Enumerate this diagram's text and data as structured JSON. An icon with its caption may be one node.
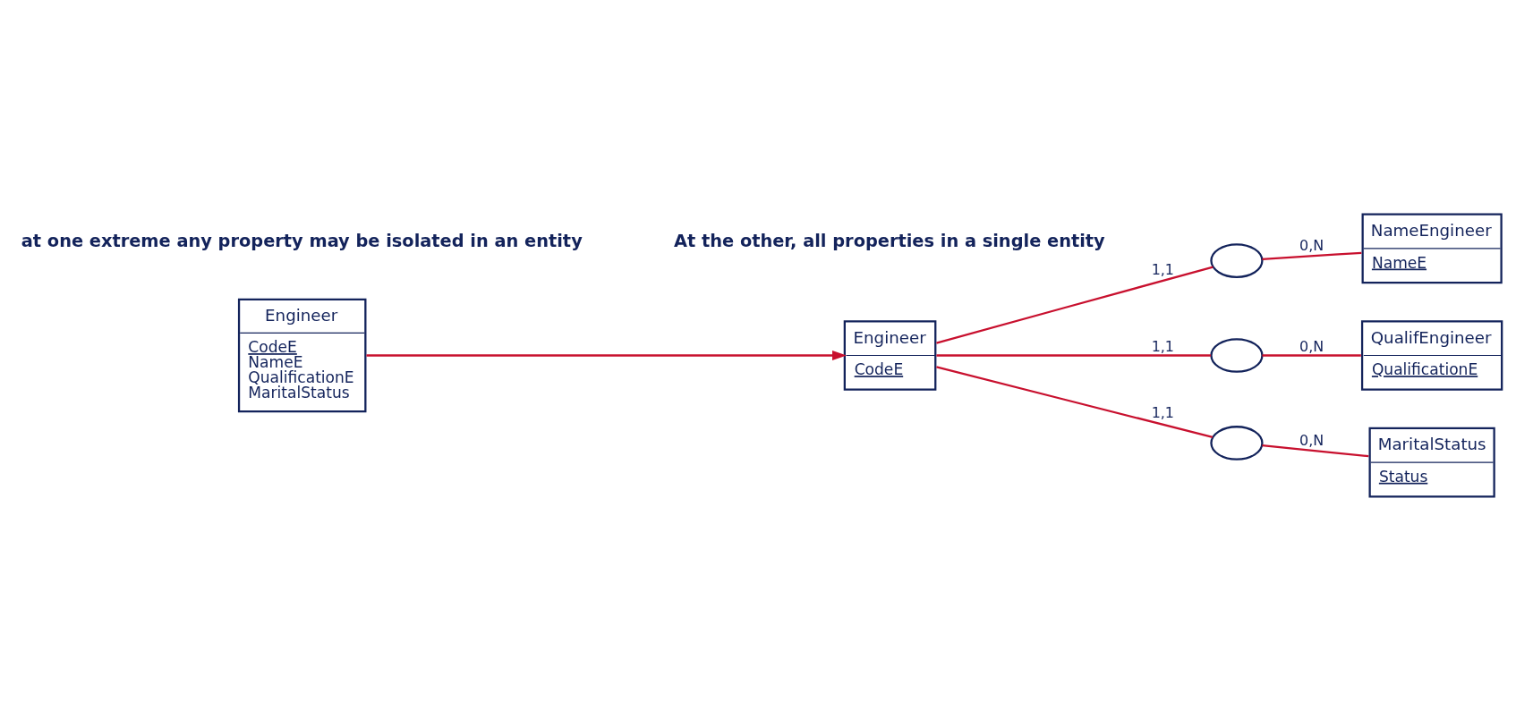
{
  "diagram": {
    "nodes": [
      {
        "text": [
          "Engineer",
          "CodeE",
          "NameE",
          "QualificationE",
          "MaritalStatus"
        ]
      },
      {
        "text": [
          "Engineer",
          "CodeE"
        ]
      },
      {
        "text": [],
        "shape": "circle"
      },
      {
        "text": [],
        "shape": "circle"
      },
      {
        "text": [],
        "shape": "circle"
      },
      {
        "text": [
          "NameEngineer",
          "NameE"
        ]
      },
      {
        "text": [
          "QualifEngineer",
          "QualificationE"
        ]
      },
      {
        "text": [
          "MaritalStatus",
          "Status"
        ]
      }
    ],
    "edges": [
      {
        "from": 0,
        "to": 1,
        "arrow": "to"
      },
      {
        "from": 1,
        "to": 2,
        "arrow": "none",
        "label": "1,1"
      },
      {
        "from": 2,
        "to": 5,
        "arrow": "none",
        "label": "0,N"
      },
      {
        "from": 1,
        "to": 3,
        "arrow": "none",
        "label": "1,1"
      },
      {
        "from": 3,
        "to": 6,
        "arrow": "none",
        "label": "0,N"
      },
      {
        "from": 1,
        "to": 4,
        "arrow": "none",
        "label": "1,1"
      },
      {
        "from": 4,
        "to": 7,
        "arrow": "none",
        "label": "0,N"
      }
    ],
    "labels": [
      "at one extreme any property may be isolated in an entity",
      "At the other, all properties in a single entity"
    ]
  }
}
